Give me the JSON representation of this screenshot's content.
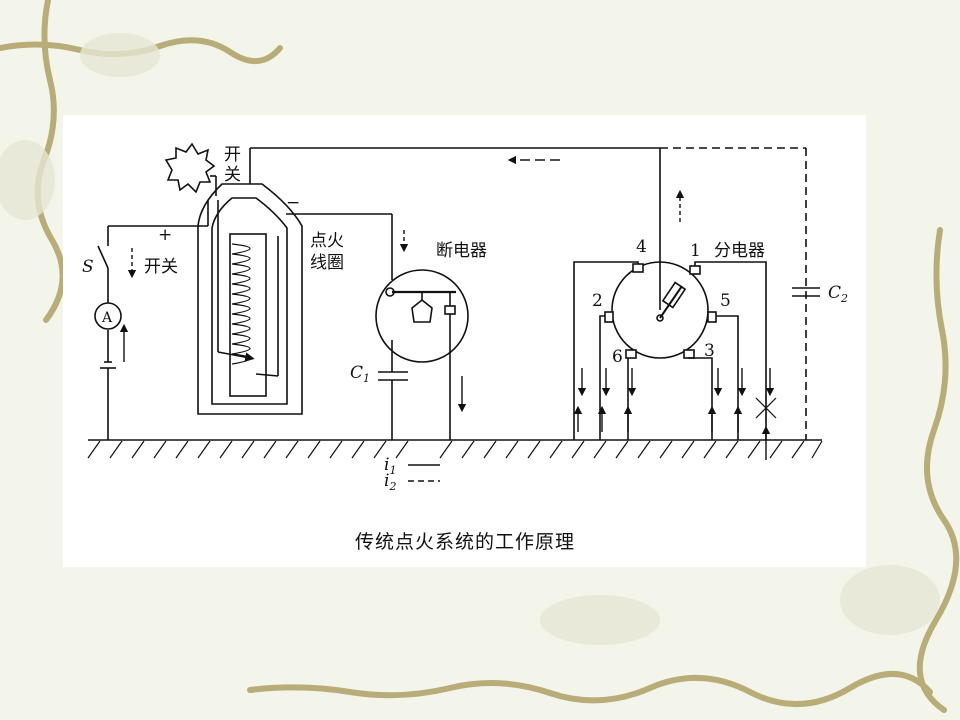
{
  "diagram": {
    "labels": {
      "switch_top_1": "开",
      "switch_top_2": "关",
      "plus": "+",
      "minus": "−",
      "s": "S",
      "switch_side": "开关",
      "ammeter": "A",
      "coil_1": "点火",
      "coil_2": "线圈",
      "breaker": "断电器",
      "c1": "C",
      "c1_sub": "1",
      "distributor": "分电器",
      "c2": "C",
      "c2_sub": "2",
      "i1": "i",
      "i1_sub": "1",
      "i2": "i",
      "i2_sub": "2",
      "t1": "1",
      "t2": "2",
      "t3": "3",
      "t4": "4",
      "t5": "5",
      "t6": "6"
    },
    "caption": "传统点火系统的工作原理"
  },
  "colors": {
    "background": "#f3f4ea",
    "panel": "#ffffff",
    "line": "#111111",
    "vine": "#b8ad78"
  }
}
